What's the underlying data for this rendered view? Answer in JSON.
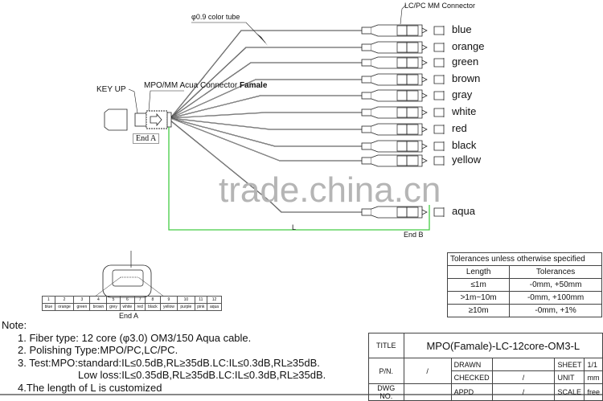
{
  "labels": {
    "color_tube": "φ0.9  color tube",
    "lc_connector": "LC/PC MM Connector",
    "key_up": "KEY UP",
    "mpo_connector": "MPO/MM Acua Connector ",
    "mpo_connector_bold": "Famale",
    "end_a": "End A",
    "end_b": "End B",
    "length": "L",
    "watermark": "trade.china.cn",
    "front_end_a": "End A"
  },
  "fibers": [
    "blue",
    "orange",
    "green",
    "brown",
    "gray",
    "white",
    "red",
    "black",
    "yellow",
    "aqua"
  ],
  "pin_table": {
    "numbers": [
      "1",
      "2",
      "3",
      "4",
      "5",
      "6",
      "7",
      "8",
      "9",
      "10",
      "11",
      "12"
    ],
    "colors": [
      "blue",
      "orange",
      "green",
      "brown",
      "grey",
      "white",
      "red",
      "black",
      "yellow",
      "purple",
      "pink",
      "aqua"
    ]
  },
  "notes": {
    "heading": "Note:",
    "items": [
      "1. Fiber type: 12 core  (φ3.0) OM3/150 Aqua cable.",
      "2. Polishing Type:MPO/PC,LC/PC.",
      "3. Test:MPO:standard:IL≤0.5dB,RL≥35dB.LC:IL≤0.3dB,RL≥35dB.",
      "Low loss:IL≤0.35dB,RL≥35dB.LC:IL≤0.3dB,RL≥35dB.",
      "4.The length of L is customized"
    ]
  },
  "tolerances": {
    "title": "Tolerances unless otherwise specified",
    "headers": [
      "Length",
      "Tolerances"
    ],
    "rows": [
      [
        "≤1m",
        "-0mm,  +50mm"
      ],
      [
        ">1m~10m",
        "-0mm,  +100mm"
      ],
      [
        "≥10m",
        "-0mm,  +1%"
      ]
    ]
  },
  "title_block": {
    "title_label": "TITLE",
    "title": "MPO(Famale)-LC-12core-OM3-L",
    "pn_label": "P/N.",
    "pn": "/",
    "drawn_label": "DRAWN",
    "drawn": "",
    "checked_label": "CHECKED",
    "checked": "/",
    "appd_label": "APPD",
    "appd": "/",
    "dwg_label": "DWG NO.",
    "dwg": "",
    "sheet_label": "SHEET",
    "sheet": "1/1",
    "unit_label": "UNIT",
    "unit": "mm",
    "scale_label": "SCALE",
    "scale": "free"
  },
  "colors": {
    "dimension_line": "#44cc44",
    "line": "#222222",
    "watermark": "#b0b0b0"
  }
}
